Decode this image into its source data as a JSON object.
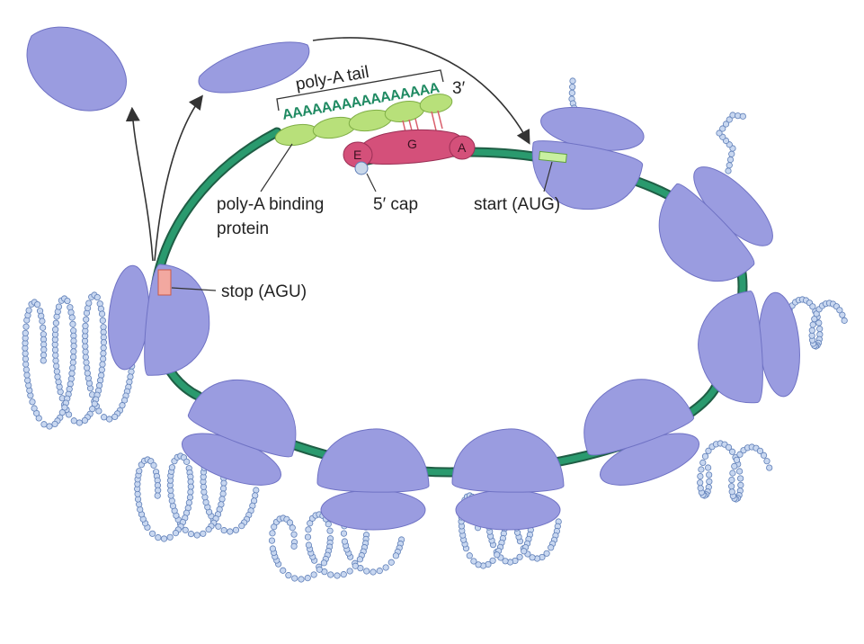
{
  "labels": {
    "poly_a_tail": "poly-A tail",
    "poly_a_seq": "AAAAAAAAAAAAAAAA",
    "three_prime": "3′",
    "pabp_line1": "poly-A binding",
    "pabp_line2": "protein",
    "five_prime_cap": "5′ cap",
    "start": "start (AUG)",
    "stop": "stop (AGU)",
    "site_e": "E",
    "site_g": "G",
    "site_a": "A"
  },
  "colors": {
    "mrna": "#1f8a62",
    "ribosome": "#9a9ce0",
    "ribosome_dark": "#6f72c4",
    "protein_bead": "#c8d7f0",
    "protein_outline": "#5f7fb8",
    "pabp": "#b8e07a",
    "initiation_factor": "#d4507a",
    "start_codon": "#c8f0a0",
    "stop_codon": "#f2a8a0",
    "arrow": "#333333"
  },
  "icons": {
    "ribosome": "ribosome-icon",
    "protein_chain": "protein-chain-icon",
    "cap": "cap-icon"
  }
}
